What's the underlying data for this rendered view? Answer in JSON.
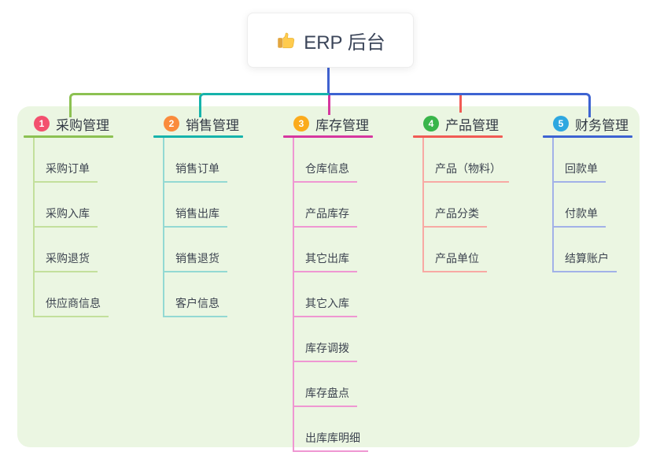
{
  "root": {
    "label": "ERP 后台",
    "icon": "thumbs-up-icon"
  },
  "theme": {
    "page_bg": "#ffffff",
    "board_bg": "#ebf6e2",
    "root_text_color": "#3b4559",
    "root_line_color": "#4062d0",
    "header_text_color": "#333a45",
    "child_text_color": "#3d4450"
  },
  "branches": [
    {
      "index": "1",
      "label": "采购管理",
      "badge_color": "#f3506e",
      "line_color": "#8cc152",
      "child_line_color": "#c3e09c",
      "children": [
        "采购订单",
        "采购入库",
        "采购退货",
        "供应商信息"
      ]
    },
    {
      "index": "2",
      "label": "销售管理",
      "badge_color": "#fa8b3c",
      "line_color": "#16b3ab",
      "child_line_color": "#93d9d3",
      "children": [
        "销售订单",
        "销售出库",
        "销售退货",
        "客户信息"
      ]
    },
    {
      "index": "3",
      "label": "库存管理",
      "badge_color": "#fbab1c",
      "line_color": "#d6379f",
      "child_line_color": "#ef97d2",
      "children": [
        "仓库信息",
        "产品库存",
        "其它出库",
        "其它入库",
        "库存调拨",
        "库存盘点",
        "出库库明细"
      ]
    },
    {
      "index": "4",
      "label": "产品管理",
      "badge_color": "#39b54a",
      "line_color": "#f15b55",
      "child_line_color": "#f8a9a4",
      "children": [
        "产品（物料）",
        "产品分类",
        "产品单位"
      ]
    },
    {
      "index": "5",
      "label": "财务管理",
      "badge_color": "#2ea7e0",
      "line_color": "#3d63d2",
      "child_line_color": "#a2b1e8",
      "children": [
        "回款单",
        "付款单",
        "结算账户"
      ]
    }
  ]
}
